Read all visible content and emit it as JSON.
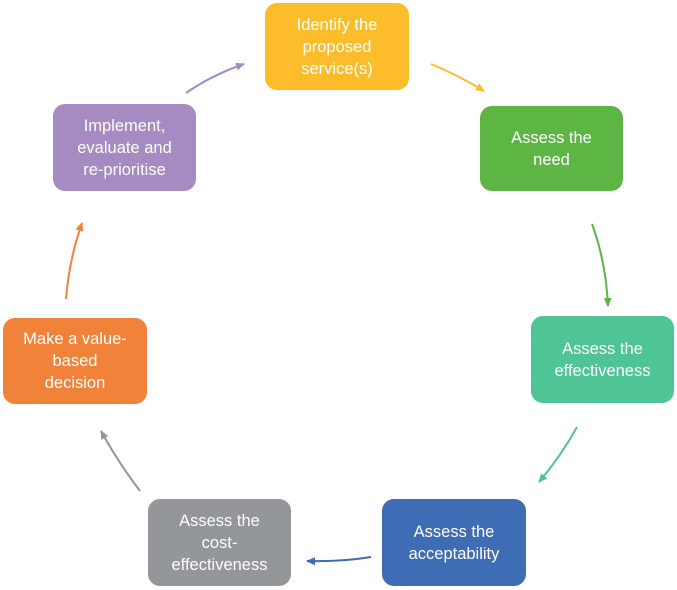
{
  "diagram": {
    "steps": [
      {
        "id": "identify",
        "label": "Identify the\nproposed\nservice(s)",
        "color": "#FDBD2B"
      },
      {
        "id": "need",
        "label": "Assess the\nneed",
        "color": "#5DB644"
      },
      {
        "id": "effect",
        "label": "Assess the\neffectiveness",
        "color": "#4FC596"
      },
      {
        "id": "accept",
        "label": "Assess the\nacceptability",
        "color": "#3E6DB6"
      },
      {
        "id": "cost",
        "label": "Assess the\ncost-\neffectiveness",
        "color": "#949799"
      },
      {
        "id": "decision",
        "label": "Make a value-\nbased\ndecision",
        "color": "#F0823A"
      },
      {
        "id": "implement",
        "label": "Implement,\nevaluate and\nre-prioritise",
        "color": "#A68BC3"
      }
    ]
  }
}
